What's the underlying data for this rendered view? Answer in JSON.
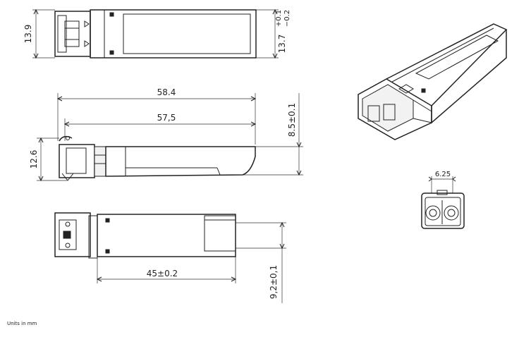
{
  "dimensions": {
    "top_height": "13.9",
    "top_height_tol": "13.7+0.1−0.2",
    "tol_main": "13.7",
    "tol_plus": "+0.1",
    "tol_minus": "−0.2",
    "length_total": "58.4",
    "length_inner": "57,5",
    "side_height": "12.6",
    "side_thickness": "8.5±0.1",
    "bottom_length": "45±0.2",
    "bottom_width": "9,2±0,1",
    "port_pitch": "6.25"
  },
  "footer": {
    "units": "Units in mm"
  }
}
